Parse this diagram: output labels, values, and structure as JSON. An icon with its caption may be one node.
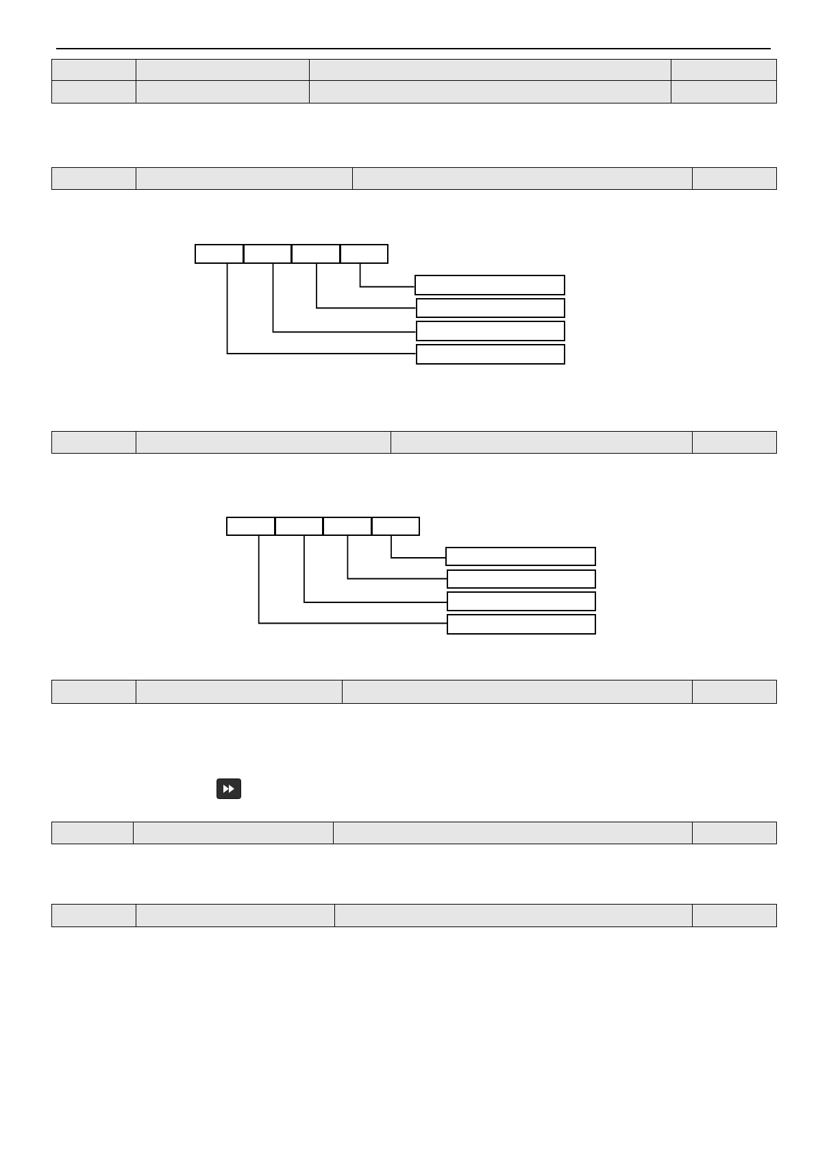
{
  "diagram": {
    "nodes": [
      {
        "text": [],
        "shape": "box"
      },
      {
        "text": [],
        "shape": "box"
      },
      {
        "text": [],
        "shape": "box"
      },
      {
        "text": [],
        "shape": "box"
      },
      {
        "text": [],
        "shape": "box"
      },
      {
        "text": [],
        "shape": "box"
      },
      {
        "text": [],
        "shape": "box"
      },
      {
        "text": [],
        "shape": "box"
      },
      {
        "text": [],
        "shape": "box"
      },
      {
        "text": [],
        "shape": "box"
      },
      {
        "text": [],
        "shape": "box"
      },
      {
        "text": [],
        "shape": "box"
      },
      {
        "text": [],
        "shape": "box"
      },
      {
        "text": [],
        "shape": "box"
      },
      {
        "text": [],
        "shape": "box"
      },
      {
        "text": [],
        "shape": "box"
      }
    ],
    "edges": [
      {
        "from": 3,
        "to": 4,
        "arrow": "none"
      },
      {
        "from": 2,
        "to": 5,
        "arrow": "none"
      },
      {
        "from": 1,
        "to": 6,
        "arrow": "none"
      },
      {
        "from": 0,
        "to": 7,
        "arrow": "none"
      },
      {
        "from": 11,
        "to": 12,
        "arrow": "none"
      },
      {
        "from": 10,
        "to": 13,
        "arrow": "none"
      },
      {
        "from": 9,
        "to": 14,
        "arrow": "none"
      },
      {
        "from": 8,
        "to": 15,
        "arrow": "none"
      }
    ]
  }
}
